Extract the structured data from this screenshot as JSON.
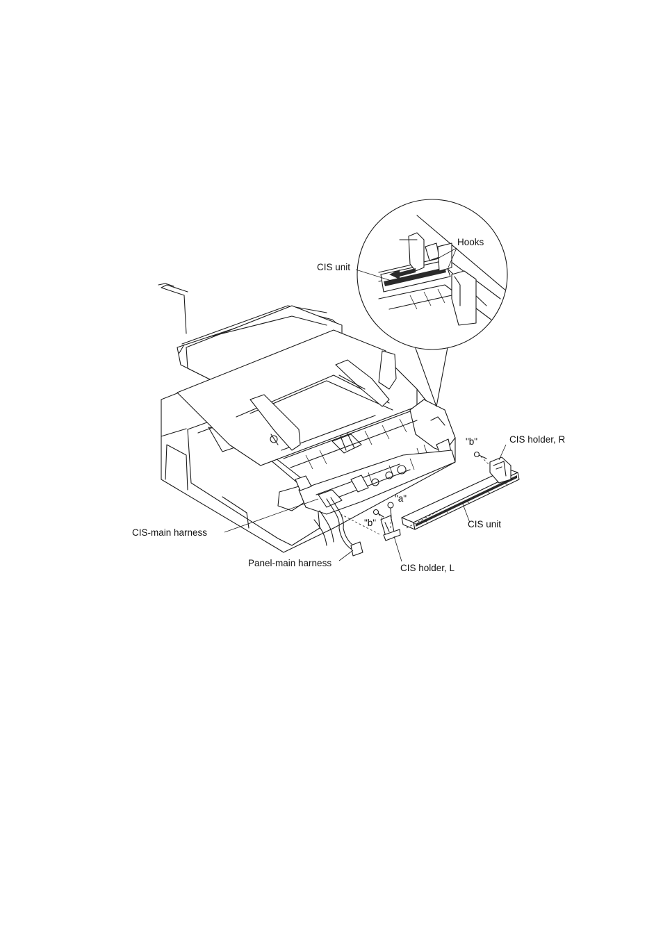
{
  "figure": {
    "labels": {
      "hooks": "Hooks",
      "cis_unit_detail": "CIS unit",
      "b_right": "\"b\"",
      "cis_holder_r": "CIS holder, R",
      "a": "\"a\"",
      "b_left": "\"b\"",
      "cis_unit": "CIS unit",
      "cis_main_harness": "CIS-main harness",
      "panel_main_harness": "Panel-main harness",
      "cis_holder_l": "CIS holder, L"
    }
  }
}
